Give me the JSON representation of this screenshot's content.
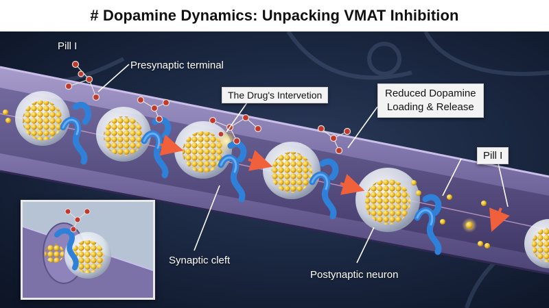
{
  "title": "# Dopamine Dynamics: Unpacking VMAT Inhibition",
  "labels": {
    "pill_top_left": "Pill I",
    "presynaptic_terminal": "Presynaptic terminal",
    "drug_intervention": "The Drug's Intervetion",
    "reduced_loading_line1": "Reduced Dopamine",
    "reduced_loading_line2": "Loading & Release",
    "pill_right": "Pill I",
    "synaptic_cleft": "Synaptic cleft",
    "postsynaptic_neuron": "Postynaptic neuron"
  },
  "colors": {
    "background": "#1b2a44",
    "axon_tube": "#8a7fb3",
    "vesicle_dots": "#e8b620",
    "vmat_protein": "#2f7fd6",
    "dopamine_molecule": "#c0392b",
    "arrow": "#e8562a"
  }
}
